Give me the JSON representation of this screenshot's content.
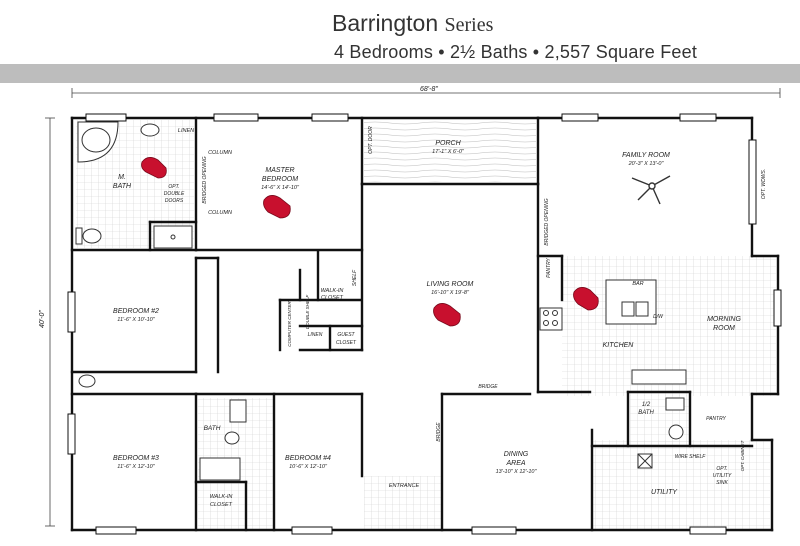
{
  "header": {
    "title": "Barrington",
    "series": "Series",
    "subtitle": "4 Bedrooms • 2½ Baths • 2,557 Square Feet"
  },
  "dimensions": {
    "width": "68'-8\"",
    "depth": "40'-0\""
  },
  "rooms": {
    "m_bath": {
      "name": "M.",
      "name2": "BATH",
      "note1": "OPT.",
      "note2": "DOUBLE",
      "note3": "DOORS"
    },
    "linen_top": "LINEN",
    "column_top": "COLUMN",
    "column_bottom": "COLUMN",
    "bridged_opening_left": "BRIDGED OPENING",
    "master": {
      "name": "MASTER",
      "name2": "BEDROOM",
      "size": "14'-6\" X 14'-10\""
    },
    "porch": {
      "name": "PORCH",
      "size": "17'-1\" X 6'-0\""
    },
    "opt_door": "OPT. DOOR",
    "family": {
      "name": "FAMILY ROOM",
      "size": "20'-3\" X 13'-0\""
    },
    "opt_wdws": "OPT. WDWS.",
    "bridged_opening_right": "BRIDGED OPENING",
    "bedroom2": {
      "name": "BEDROOM #2",
      "size": "11'-6\" X 10'-10\""
    },
    "walkin_master": {
      "line1": "WALK-IN",
      "line2": "CLOSET"
    },
    "shelf": "SHELF",
    "double_shelf": "DOUBLE SHELF",
    "computer_center": "COMPUTER CENTER",
    "linen_mid": "LINEN",
    "guest_closet": {
      "line1": "GUEST",
      "line2": "CLOSET"
    },
    "living": {
      "name": "LIVING ROOM",
      "size": "16'-10\" X 19'-8\""
    },
    "pantry_top": "PANTRY",
    "bar": "BAR",
    "dw": "D/W",
    "kitchen": "KITCHEN",
    "morning": {
      "name": "MORNING",
      "name2": "ROOM"
    },
    "bridge_top": "BRIDGE",
    "bridge_left": "BRIDGE",
    "half_bath": {
      "line1": "1/2",
      "line2": "BATH"
    },
    "pantry_right": "PANTRY",
    "bedroom3": {
      "name": "BEDROOM #3",
      "size": "11'-6\" X 12'-10\""
    },
    "bath": "BATH",
    "bedroom4": {
      "name": "BEDROOM #4",
      "size": "10'-6\" X 12'-10\""
    },
    "walkin_b4": {
      "line1": "WALK-IN",
      "line2": "CLOSET"
    },
    "dining": {
      "name": "DINING",
      "name2": "AREA",
      "size": "13'-10\" X 12'-10\""
    },
    "entrance": "ENTRANCE",
    "wire_shelf": "WIRE SHELF",
    "opt_utility_sink": {
      "line1": "OPT.",
      "line2": "UTILITY",
      "line3": "SINK"
    },
    "opt_cabinet": "OPT. CABINET",
    "utility": "UTILITY"
  },
  "colors": {
    "wall": "#111111",
    "band": "#bdbdbd",
    "grid": "#d4d4d4",
    "marker": "#c8102e"
  }
}
